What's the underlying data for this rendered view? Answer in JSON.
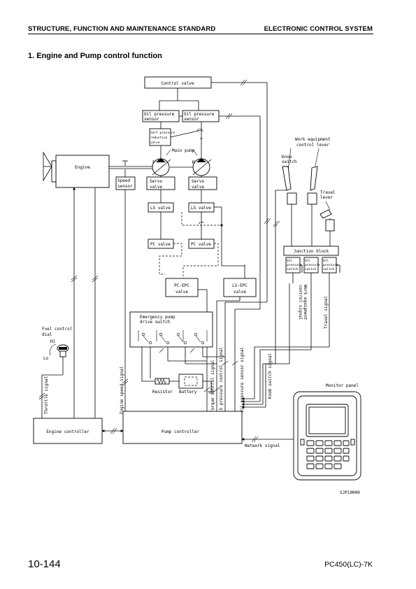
{
  "header": {
    "left": "STRUCTURE, FUNCTION AND MAINTENANCE STANDARD",
    "right": "ELECTRONIC CONTROL SYSTEM"
  },
  "section_title": "1.   Engine and Pump control function",
  "diagram": {
    "control_valve": "Control valve",
    "oil_pressure_sensor_l1": "Oil pressure",
    "oil_pressure_sensor_l2": "sensor",
    "self_reducing_l1": "Self pressure",
    "self_reducing_l2": "reduction",
    "self_reducing_l3": "valve",
    "main_pump": "Main pump",
    "pump_f": "F",
    "pump_r": "R",
    "engine": "Engine",
    "speed_sensor_l1": "Speed",
    "speed_sensor_l2": "sensor",
    "servo_valve_l1": "Servo",
    "servo_valve_l2": "valve",
    "ls_valve": "LS valve",
    "pc_valve": "PC valve",
    "pc_epc_l1": "PC-EPC",
    "pc_epc_l2": "valve",
    "ls_epc_l1": "LS-EPC",
    "ls_epc_l2": "valve",
    "work_lever_l1": "Work equipment",
    "work_lever_l2": "control lever",
    "knob_switch_l1": "Knob",
    "knob_switch_l2": "switch",
    "travel_lever_l1": "Travel",
    "travel_lever_l2": "lever",
    "junction_block": "Junction block",
    "oil_pressure_switch_l1": "Oil",
    "oil_pressure_switch_l2": "pressure",
    "oil_pressure_switch_l3": "switch",
    "emergency_l1": "Emergency pump",
    "emergency_l2": "drive switch",
    "fuel_dial_l1": "Fuel control",
    "fuel_dial_l2": "dial",
    "fuel_hi": "Hi",
    "fuel_lo": "Lo",
    "resistor": "Resistor",
    "battery": "Battery",
    "throttle_signal": "Throttle signal",
    "engine_speed_signal": "Engine speed signal",
    "torque_control_signal": "Torque control signal",
    "ls_pressure_control_signal": "LS pressure control signal",
    "oil_pressure_sensor_signal": "Oil pressure sensor signal",
    "knob_switch_signal": "Knob switch signal",
    "work_equipment_control_signal_l1": "Work equipment",
    "work_equipment_control_signal_l2": "control signal",
    "travel_signal": "Travel signal",
    "engine_controller": "Engine controller",
    "pump_controller": "Pump controller",
    "network_signal": "Network signal",
    "monitor_panel": "Monitor panel",
    "figure_code": "SJP10000"
  },
  "footer": {
    "page_number": "10-144",
    "model": "PC450(LC)-7K"
  }
}
